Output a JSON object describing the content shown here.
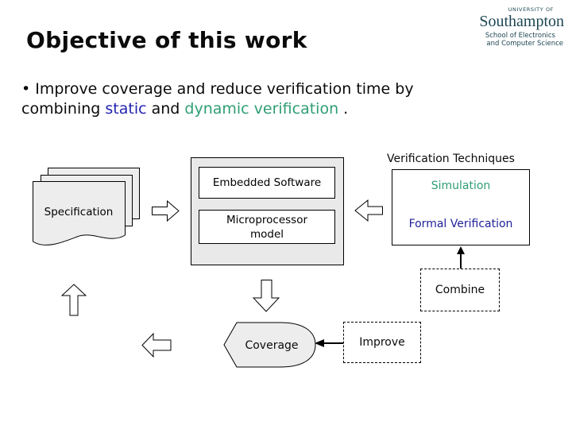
{
  "slide": {
    "title": "Objective of this work",
    "bullet": {
      "line1": "• Improve coverage and reduce verification time by",
      "line2_prefix": "combining ",
      "static_word": "static",
      "line2_mid": " and ",
      "dynamic_word": "dynamic verification",
      "line2_suffix": " ."
    }
  },
  "logo": {
    "university_of": "UNIVERSITY OF",
    "name": "Southampton",
    "school_line1": "School of Electronics",
    "school_line2": "and Computer Science"
  },
  "diagram": {
    "verification_techniques_label": "Verification Techniques",
    "specification_label": "Specification",
    "embedded_software_label": "Embedded Software",
    "microprocessor_model_label": "Microprocessor model",
    "simulation_label": "Simulation",
    "formal_verification_label": "Formal Verification",
    "combine_label": "Combine",
    "coverage_label": "Coverage",
    "improve_label": "Improve"
  },
  "colors": {
    "static_blue": "#2424b0",
    "dynamic_green": "#2f9e74",
    "simulation_green": "#2f9e74",
    "formal_navy": "#202297",
    "logo_teal": "#1d4653",
    "container_gray": "#e9e9e9",
    "paper_gray": "#ededed"
  }
}
